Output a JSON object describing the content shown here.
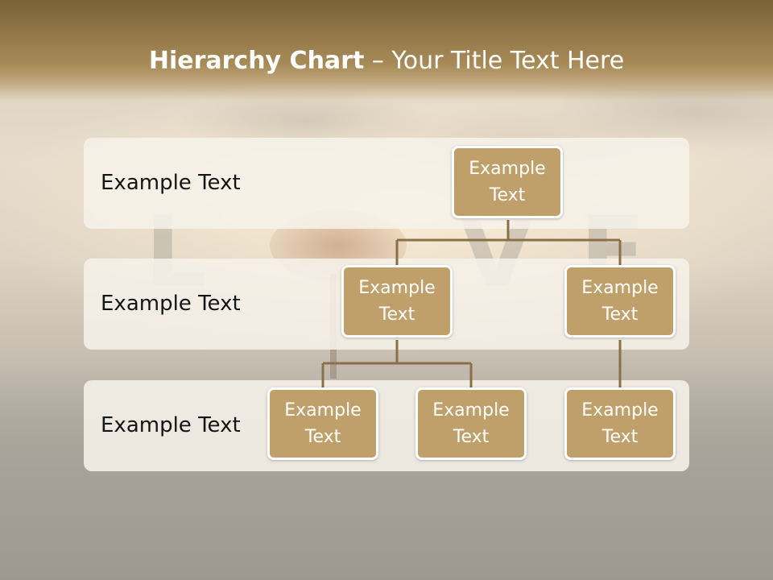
{
  "title": {
    "bold": "Hierarchy Chart",
    "rest": " – Your Title Text Here"
  },
  "rows": [
    {
      "label": "Example Text"
    },
    {
      "label": "Example Text"
    },
    {
      "label": "Example Text"
    }
  ],
  "nodes": {
    "root": "Example Text",
    "level2_left": "Example Text",
    "level2_right": "Example Text",
    "level3_left": "Example Text",
    "level3_middle": "Example Text",
    "level3_right": "Example Text"
  },
  "colors": {
    "header": "#94784a",
    "node_fill": "#c0a06a",
    "node_border": "#ffffff",
    "connector": "#8a7048",
    "band": "#f6f1e9"
  }
}
